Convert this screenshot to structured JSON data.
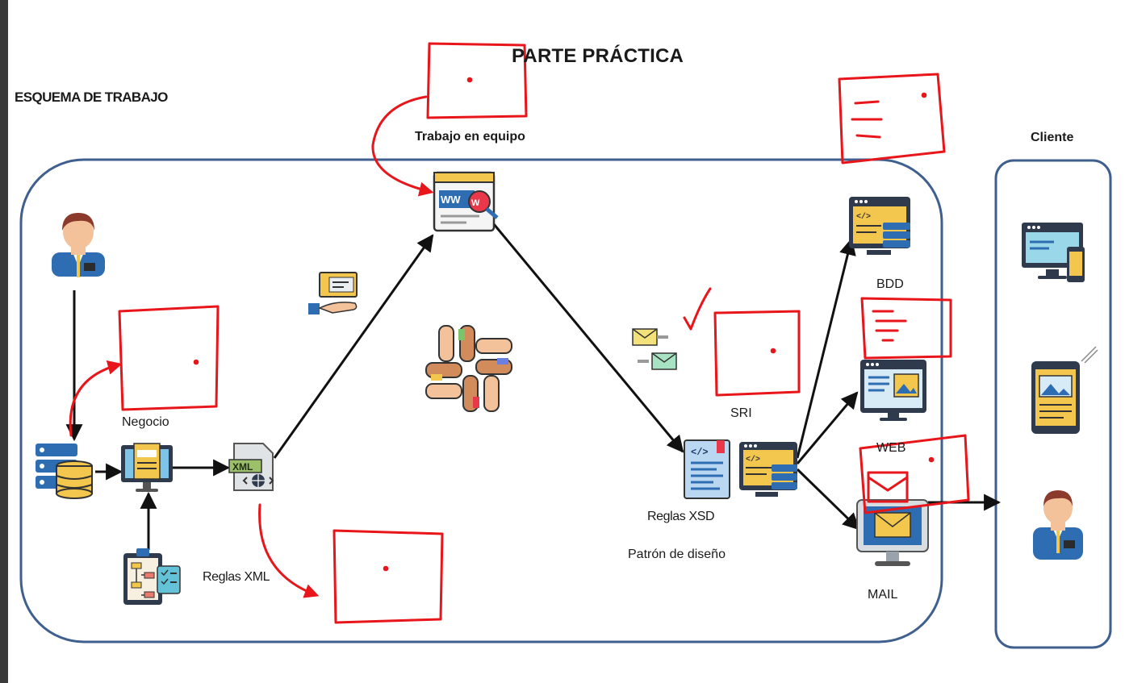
{
  "title": "PARTE PRÁCTICA",
  "section_title": "ESQUEMA DE TRABAJO",
  "labels": {
    "team": "Trabajo en equipo",
    "client": "Cliente",
    "negocio": "Negocio",
    "reglas_xml": "Reglas XML",
    "reglas_xsd": "Reglas XSD",
    "patron": "Patrón de diseño",
    "sri": "SRI",
    "bdd": "BDD",
    "web": "WEB",
    "mail": "MAIL"
  },
  "colors": {
    "frame": "#3f5f8f",
    "ink": "#111111",
    "annotation": "#e8161b",
    "icon_blue": "#2f6db3",
    "icon_yellow": "#f3c74d",
    "skin": "#f3c29a",
    "hair": "#8b3a2b"
  },
  "icons": [
    "user-icon",
    "database-server-icon",
    "business-monitor-icon",
    "clipboard-flowchart-icon",
    "xml-file-icon",
    "web-browser-search-icon",
    "hand-card-icon",
    "teamwork-hands-icon",
    "envelopes-icon",
    "xsd-document-icon",
    "code-server-icon",
    "bdd-code-monitor-icon",
    "web-monitor-icon",
    "mail-monitor-icon",
    "desktop-mobile-icon",
    "tablet-icon",
    "client-user-icon"
  ]
}
